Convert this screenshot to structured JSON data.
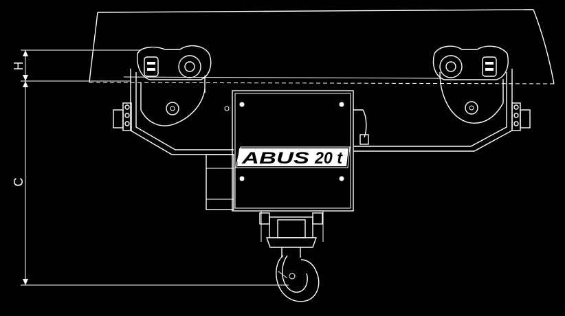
{
  "dimensions": {
    "h_label": "H",
    "c_label": "C"
  },
  "nameplate": {
    "brand": "ABUS",
    "capacity": "20 t"
  }
}
